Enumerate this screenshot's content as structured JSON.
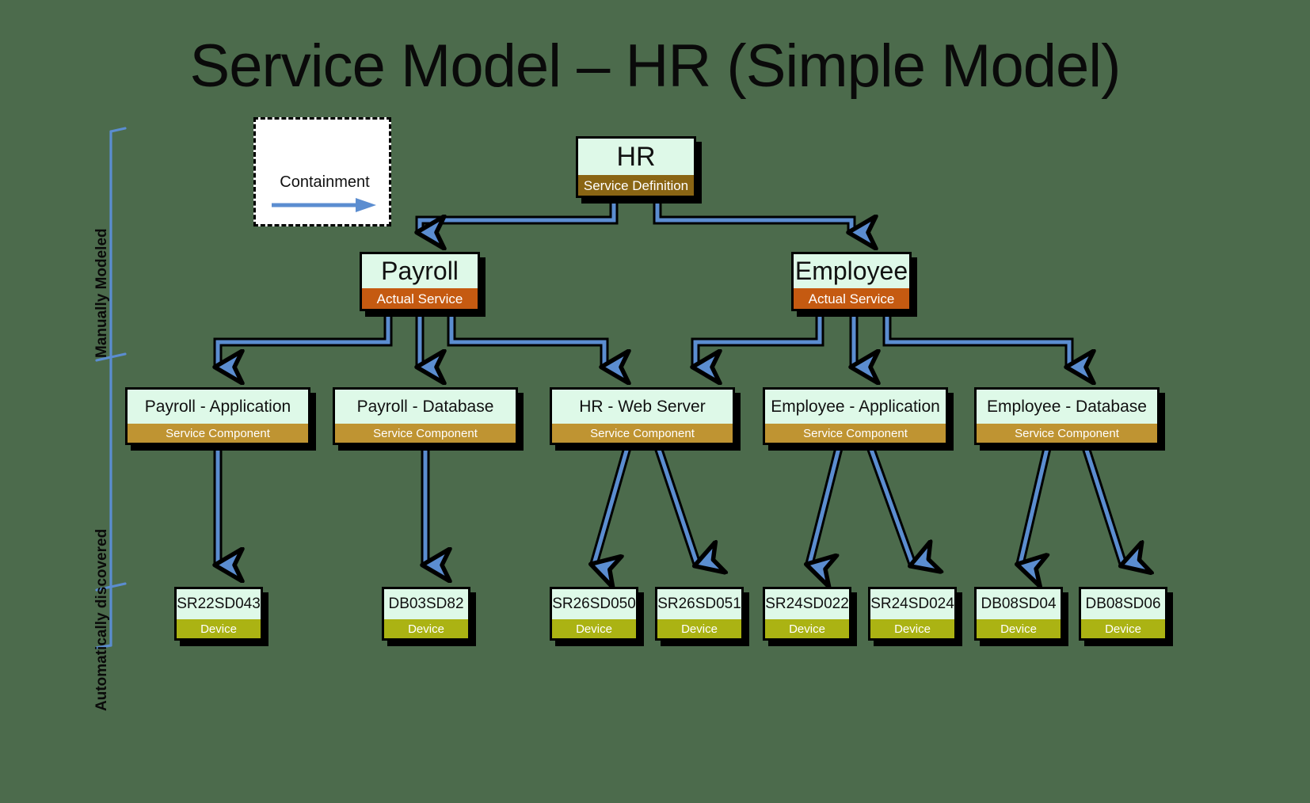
{
  "title": "Service Model – HR (Simple Model)",
  "colors": {
    "background": "#4C6B4C",
    "node_body": "#DEF9E8",
    "node_border": "#000000",
    "connector": "#5B8DD0",
    "band_service_definition": "#8A6514",
    "band_actual_service": "#C55A11",
    "band_service_component": "#BF9432",
    "band_device": "#ABB313"
  },
  "legend": {
    "label": "Containment",
    "arrow_icon": "right-arrow-icon"
  },
  "side_labels": [
    {
      "text": "Manually Modeled"
    },
    {
      "text": "Automatically discovered"
    }
  ],
  "nodes": {
    "root": {
      "title": "HR",
      "band": "Service Definition"
    },
    "services": [
      {
        "title": "Payroll",
        "band": "Actual Service"
      },
      {
        "title": "Employee",
        "band": "Actual Service"
      }
    ],
    "components": [
      {
        "title": "Payroll - Application",
        "band": "Service Component"
      },
      {
        "title": "Payroll - Database",
        "band": "Service Component"
      },
      {
        "title": "HR - Web Server",
        "band": "Service Component"
      },
      {
        "title": "Employee - Application",
        "band": "Service Component"
      },
      {
        "title": "Employee - Database",
        "band": "Service Component"
      }
    ],
    "devices": [
      {
        "title": "SR22SD043",
        "band": "Device"
      },
      {
        "title": "DB03SD82",
        "band": "Device"
      },
      {
        "title": "SR26SD050",
        "band": "Device"
      },
      {
        "title": "SR26SD051",
        "band": "Device"
      },
      {
        "title": "SR24SD022",
        "band": "Device"
      },
      {
        "title": "SR24SD024",
        "band": "Device"
      },
      {
        "title": "DB08SD04",
        "band": "Device"
      },
      {
        "title": "DB08SD06",
        "band": "Device"
      }
    ]
  }
}
